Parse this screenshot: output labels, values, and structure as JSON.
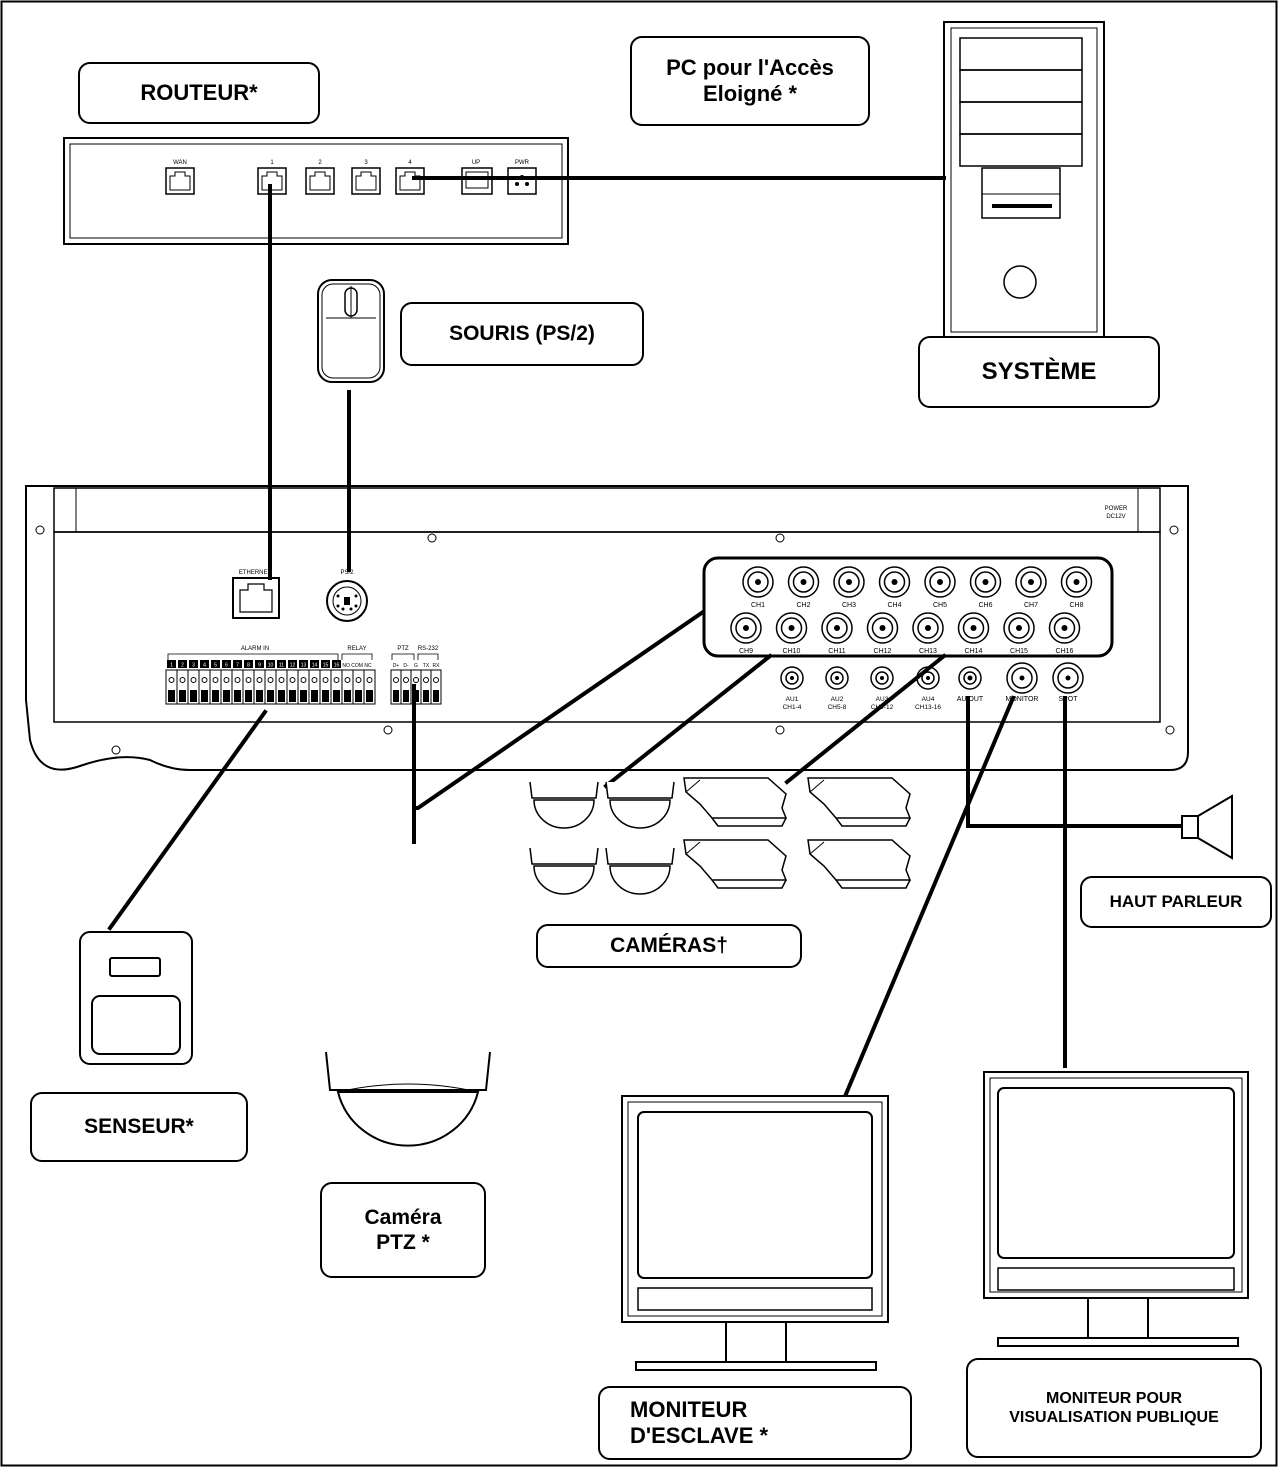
{
  "labels": {
    "router": "ROUTEUR*",
    "pc_line1": "PC pour l'Accès",
    "pc_line2": "Eloigné *",
    "mouse": "SOURIS (PS/2)",
    "system": "SYSTÈME",
    "speaker": "HAUT PARLEUR",
    "cameras": "CAMÉRAS†",
    "sensor": "SENSEUR*",
    "ptz_line1": "Caméra",
    "ptz_line2": "PTZ *",
    "slave_line1": "MONITEUR",
    "slave_line2": "D'ESCLAVE *",
    "public_line1": "MONITEUR POUR",
    "public_line2": "VISUALISATION PUBLIQUE"
  },
  "router_ports": [
    "WAN",
    "1",
    "2",
    "3",
    "4",
    "UP",
    "PWR"
  ],
  "dvr": {
    "power_label_1": "POWER",
    "power_label_2": "DC12V",
    "ethernet": "ETHERNET",
    "ps2": "PS/2",
    "alarm_in": "ALARM IN",
    "relay": "RELAY",
    "relay_pins": "NO COM NC",
    "ptz": "PTZ",
    "rs232": "RS-232",
    "ptz_pins": [
      "D+",
      "D-",
      "G",
      "TX",
      "RX"
    ],
    "channels": [
      "CH1",
      "CH2",
      "CH3",
      "CH4",
      "CH5",
      "CH6",
      "CH7",
      "CH8",
      "CH9",
      "CH10",
      "CH11",
      "CH12",
      "CH13",
      "CH14",
      "CH15",
      "CH16"
    ],
    "audio": [
      [
        "AU1",
        "CH1-4"
      ],
      [
        "AU2",
        "CH5-8"
      ],
      [
        "AU3",
        "CH9-12"
      ],
      [
        "AU4",
        "CH13-16"
      ]
    ],
    "au_out": "AU OUT",
    "monitor": "MONITOR",
    "spot": "SPOT",
    "alarm_numbers": [
      "1",
      "2",
      "3",
      "4",
      "5",
      "6",
      "7",
      "8",
      "9",
      "10",
      "11",
      "12",
      "13",
      "14",
      "15",
      "16"
    ]
  }
}
